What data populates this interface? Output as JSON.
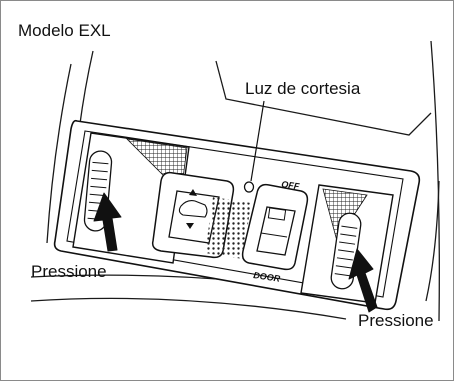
{
  "labels": {
    "model": "Modelo EXL",
    "courtesy_light": "Luz de cortesia",
    "press_left": "Pressione",
    "press_right": "Pressione"
  },
  "switch_labels": {
    "off": "OFF",
    "door": "DOOR"
  },
  "icons": {
    "center_switch": "car-interior-light-icon"
  },
  "colors": {
    "ink": "#111111",
    "background": "#ffffff",
    "arrow": "#111111",
    "frame_border": "#8a8a8a"
  }
}
